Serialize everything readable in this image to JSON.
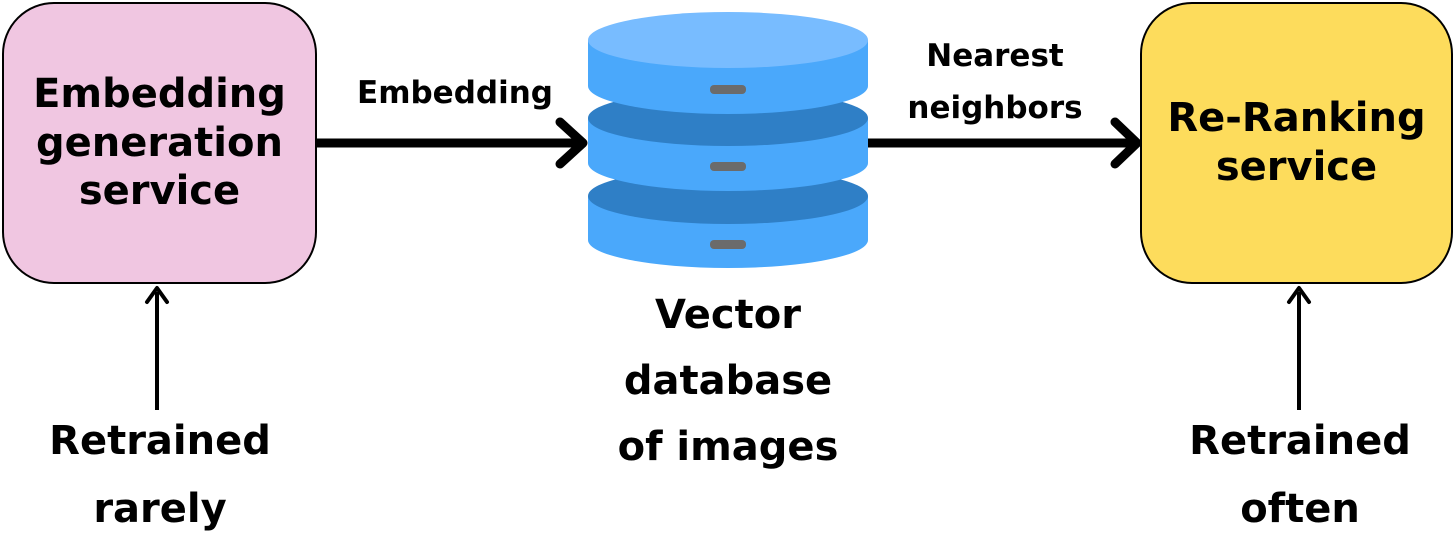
{
  "embedding_service": {
    "title": "Embedding\ngeneration\nservice",
    "color": "#f0c6e1"
  },
  "edge_embedding": {
    "label": "Embedding"
  },
  "vector_db": {
    "line1": "Vector",
    "line2": "database",
    "line3": "of images",
    "color_light": "#4aa8fb",
    "color_dark": "#2f7fc6",
    "color_top": "#78bcff",
    "slot_color": "#6b6b6b"
  },
  "edge_neighbors": {
    "line1": "Nearest",
    "line2": "neighbors"
  },
  "reranking_service": {
    "title": "Re-Ranking\nservice",
    "color": "#fddc5c"
  },
  "note_rare": {
    "line1": "Retrained",
    "line2": "rarely"
  },
  "note_often": {
    "line1": "Retrained",
    "line2": "often"
  }
}
